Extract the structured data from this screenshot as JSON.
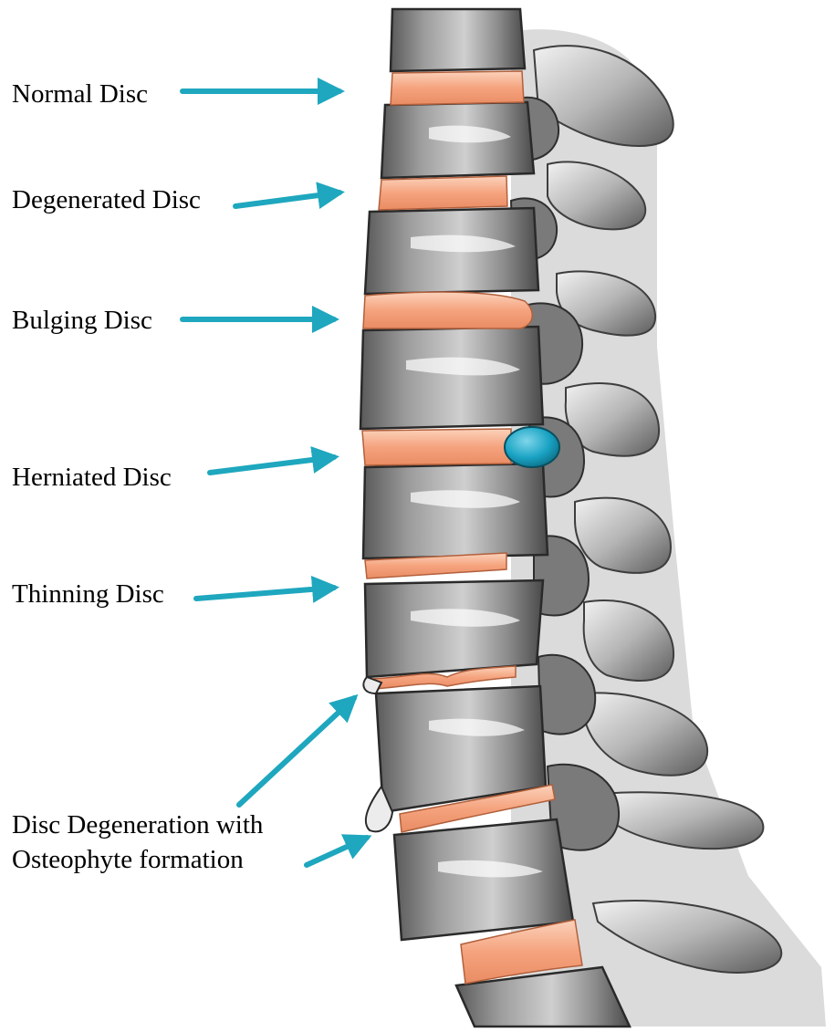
{
  "labels": {
    "normal": "Normal Disc",
    "degenerated": "Degenerated Disc",
    "bulging": "Bulging Disc",
    "herniated": "Herniated Disc",
    "thinning": "Thinning Disc",
    "osteophyte_line1": "Disc Degeneration with",
    "osteophyte_line2": "Osteophyte formation"
  },
  "colors": {
    "arrow": "#1ea7be",
    "disc": "#f5a37e",
    "disc_highlight": "#fbd2bb",
    "herniation": "#1aa3c4",
    "bone_light": "#e9e9e9",
    "bone_mid": "#a9a9a9",
    "bone_dark": "#4a4a4a"
  }
}
